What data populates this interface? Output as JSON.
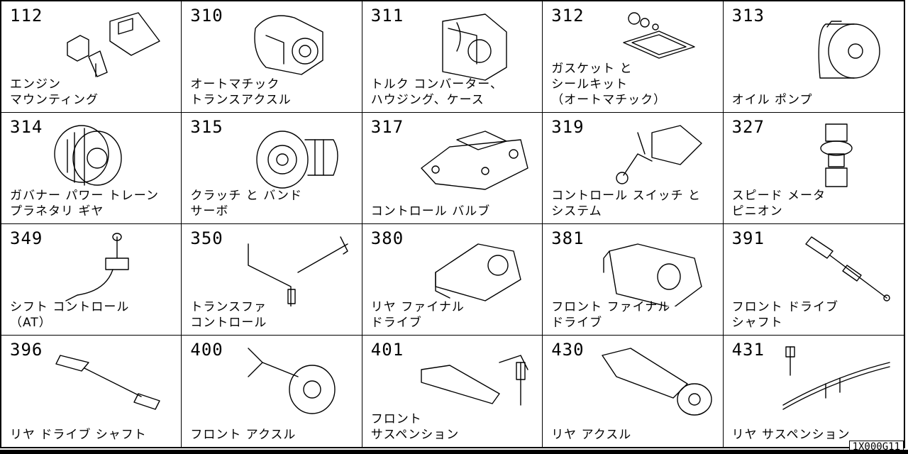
{
  "catalog": {
    "items": [
      {
        "code": "112",
        "label": "エンジン\nマウンティング",
        "icon": "engine-mounting-icon"
      },
      {
        "code": "310",
        "label": "オートマチック\nトランスアクスル",
        "icon": "automatic-transaxle-icon"
      },
      {
        "code": "311",
        "label": "トルク コンバーター、\nハウジング、ケース",
        "icon": "torque-converter-icon"
      },
      {
        "code": "312",
        "label": "ガスケット と\nシールキット\n（オートマチック）",
        "icon": "gasket-seal-kit-icon"
      },
      {
        "code": "313",
        "label": "オイル ポンプ",
        "icon": "oil-pump-icon"
      },
      {
        "code": "314",
        "label": "ガバナー パワー トレーン\nプラネタリ ギヤ",
        "icon": "planetary-gear-icon"
      },
      {
        "code": "315",
        "label": "クラッチ と バンド\nサーボ",
        "icon": "clutch-band-servo-icon"
      },
      {
        "code": "317",
        "label": "コントロール バルブ",
        "icon": "control-valve-icon"
      },
      {
        "code": "319",
        "label": "コントロール スイッチ と\nシステム",
        "icon": "control-switch-icon"
      },
      {
        "code": "327",
        "label": "スピード メータ\nピニオン",
        "icon": "speedometer-pinion-icon"
      },
      {
        "code": "349",
        "label": "シフト コントロール\n（AT）",
        "icon": "shift-control-icon"
      },
      {
        "code": "350",
        "label": "トランスファ\nコントロール",
        "icon": "transfer-control-icon"
      },
      {
        "code": "380",
        "label": "リヤ ファイナル\nドライブ",
        "icon": "rear-final-drive-icon"
      },
      {
        "code": "381",
        "label": "フロント ファイナル\nドライブ",
        "icon": "front-final-drive-icon"
      },
      {
        "code": "391",
        "label": "フロント ドライブ\nシャフト",
        "icon": "front-drive-shaft-icon"
      },
      {
        "code": "396",
        "label": "リヤ ドライブ シャフト",
        "icon": "rear-drive-shaft-icon"
      },
      {
        "code": "400",
        "label": "フロント アクスル",
        "icon": "front-axle-icon"
      },
      {
        "code": "401",
        "label": "フロント\nサスペンション",
        "icon": "front-suspension-icon"
      },
      {
        "code": "430",
        "label": "リヤ アクスル",
        "icon": "rear-axle-icon"
      },
      {
        "code": "431",
        "label": "リヤ サスペンション",
        "icon": "rear-suspension-icon"
      }
    ],
    "footer_code": "1X000G11"
  }
}
